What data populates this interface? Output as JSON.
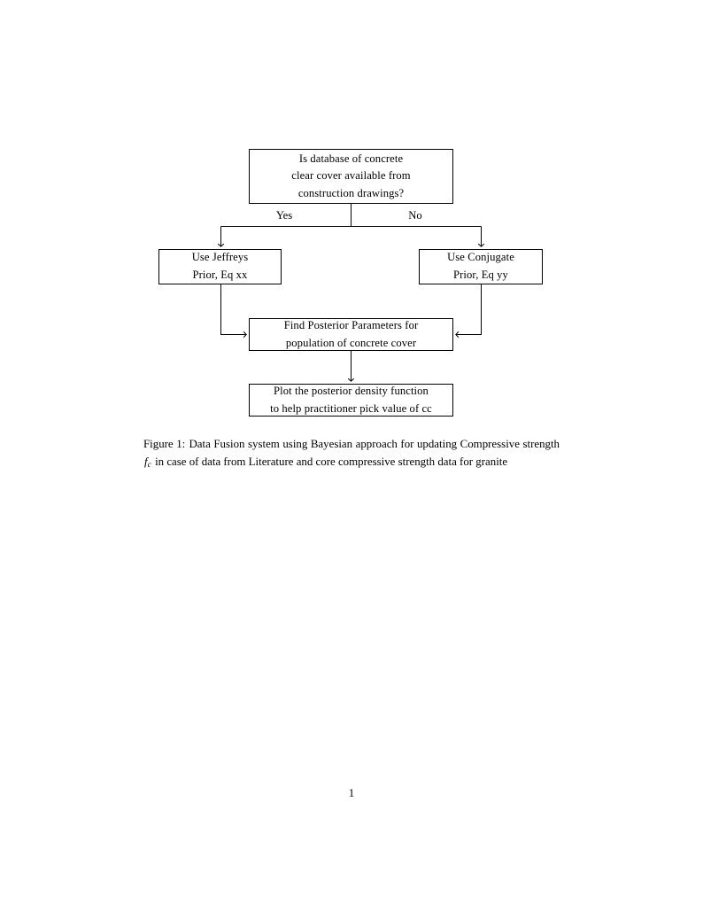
{
  "document": {
    "page_number": "1",
    "background_color": "#ffffff",
    "text_color": "#000000"
  },
  "figure": {
    "nodes": {
      "question": {
        "lines": [
          "Is database of concrete",
          "clear cover available from",
          "construction drawings?"
        ]
      },
      "jeffreys": {
        "lines": [
          "Use Jeffreys",
          "Prior, Eq xx"
        ]
      },
      "conjugate": {
        "lines": [
          "Use Conjugate",
          "Prior, Eq yy"
        ]
      },
      "posterior": {
        "lines": [
          "Find Posterior Parameters for",
          "population of concrete cover"
        ]
      },
      "plot": {
        "lines": [
          "Plot the posterior density function",
          "to help practitioner pick value of cc"
        ]
      }
    },
    "branch_labels": {
      "yes": "Yes",
      "no": "No"
    },
    "edges": [
      {
        "from": "question",
        "to": "jeffreys",
        "label": "Yes"
      },
      {
        "from": "question",
        "to": "conjugate",
        "label": "No"
      },
      {
        "from": "jeffreys",
        "to": "posterior",
        "label": ""
      },
      {
        "from": "conjugate",
        "to": "posterior",
        "label": ""
      },
      {
        "from": "posterior",
        "to": "plot",
        "label": ""
      }
    ],
    "line_color": "#000000"
  },
  "caption": {
    "label": "Figure 1:",
    "text_part_1": "Data Fusion system using Bayesian approach for updating Compressive strength",
    "symbol": "f",
    "symbol_subscript": "c",
    "text_part_2": "in case of data from Literature and core compressive strength data for granite"
  }
}
